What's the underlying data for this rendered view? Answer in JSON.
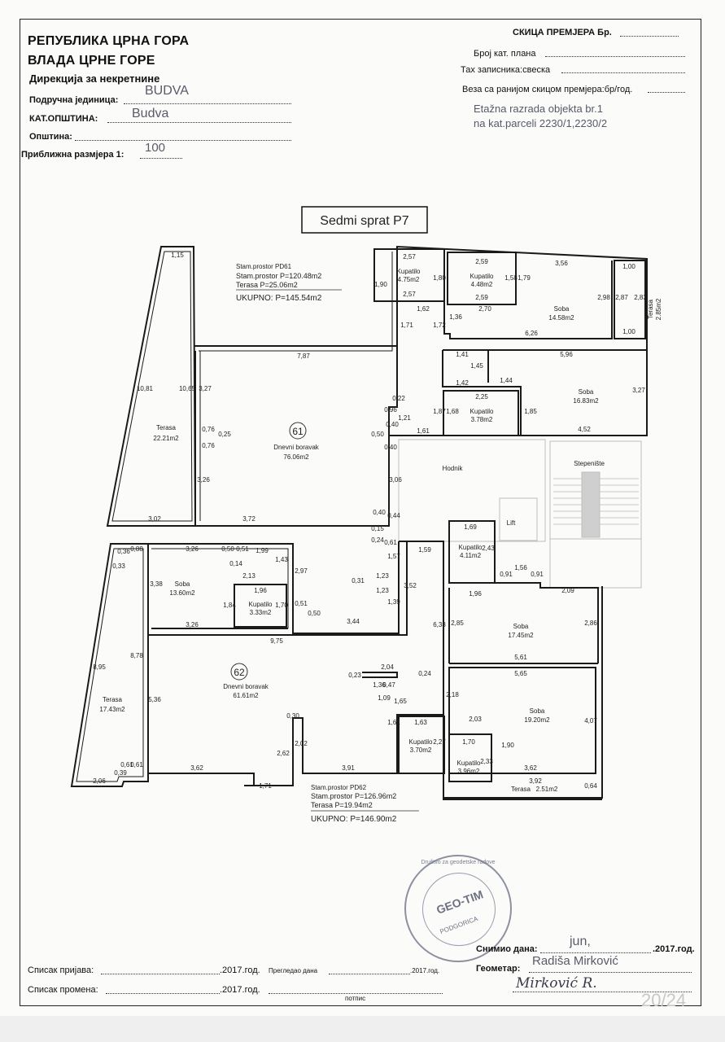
{
  "header": {
    "line1": "РЕПУБЛИКА ЦРНА ГОРА",
    "line2": "ВЛАДА ЦРНЕ ГОРЕ",
    "line3": "Дирекција за некретнине",
    "unit_label": "Подручна јединица:",
    "unit_value": "BUDVA",
    "kat_label": "КАТ.ОПШТИНА:",
    "kat_value": "Budva",
    "opstina_label": "Општина:",
    "scale_label": "Приближна размјера 1:",
    "scale_value": "100"
  },
  "header_right": {
    "title": "СКИЦА ПРЕМЈЕРА Бр.",
    "plan_label": "Број кат. плана",
    "tax_label": "Тах записника:свеска",
    "link_label": "Веза са ранијом скицом премјера:бр/год.",
    "note1": "Etažna razrada objekta br.1",
    "note2": "na kat.parceli 2230/1,2230/2"
  },
  "plan": {
    "title": "Sedmi sprat P7",
    "unit61": {
      "label": "Stam.prostor  PD61",
      "stam": "Stam.prostor   P=120.48m2",
      "terasa": "Terasa   P=25.06m2",
      "total": "UKUPNO:  P=145.54m2",
      "circle": "61"
    },
    "unit62": {
      "label": "Stam.prostor  PD62",
      "stam": "Stam.prostor   P=126.96m2",
      "terasa": "Terasa     P=19.94m2",
      "total": "UKUPNO:  P=146.90m2",
      "circle": "62"
    },
    "rooms": [
      {
        "name": "Terasa",
        "area": "22.21m2"
      },
      {
        "name": "Dnevni boravak",
        "area": "76.06m2"
      },
      {
        "name": "Kupatilo",
        "area": "4.75m2"
      },
      {
        "name": "Kupatilo",
        "area": "4.48m2"
      },
      {
        "name": "Soba",
        "area": "14.58m2"
      },
      {
        "name": "Terasa",
        "area": "2.85m2"
      },
      {
        "name": "Soba",
        "area": "16.83m2"
      },
      {
        "name": "Kupatilo",
        "area": "3.78m2"
      },
      {
        "name": "Hodnik",
        "area": ""
      },
      {
        "name": "Stepenište",
        "area": ""
      },
      {
        "name": "Lift",
        "area": ""
      },
      {
        "name": "Soba",
        "area": "13.60m2"
      },
      {
        "name": "Kupatilo",
        "area": "3.33m2"
      },
      {
        "name": "Kupatilo",
        "area": "4.11m2"
      },
      {
        "name": "Soba",
        "area": "17.45m2"
      },
      {
        "name": "Dnevni boravak",
        "area": "61.61m2"
      },
      {
        "name": "Terasa",
        "area": "17.43m2"
      },
      {
        "name": "Soba",
        "area": "19.20m2"
      },
      {
        "name": "Kupatilo",
        "area": "3.70m2"
      },
      {
        "name": "Kupatilo",
        "area": "3.96m2"
      },
      {
        "name": "Terasa",
        "area": "2.51m2"
      }
    ],
    "dims": [
      "1,15",
      "2,57",
      "1,90",
      "1,80",
      "2,57",
      "2,59",
      "1,58",
      "2,59",
      "3,56",
      "1,00",
      "2,87",
      "2,83",
      "1,00",
      "1,79",
      "2,98",
      "1,62",
      "1,71",
      "1,72",
      "1,36",
      "2,70",
      "6,26",
      "7,87",
      "1,41",
      "1,42",
      "1,45",
      "5,96",
      "1,44",
      "3,27",
      "10,81",
      "10,65",
      "3,27",
      "0,22",
      "0,96",
      "1,21",
      "0,40",
      "1,87",
      "1,68",
      "2,25",
      "1,85",
      "4,52",
      "0,76",
      "0,25",
      "0,76",
      "0,50",
      "1,61",
      "0,40",
      "3,26",
      "3,06",
      "0,40",
      "0,44",
      "3,02",
      "3,72",
      "0,15",
      "0,24",
      "0,61",
      "1,59",
      "1,69",
      "2,43",
      "0,88",
      "0,36",
      "0,33",
      "3,26",
      "0,50",
      "0,51",
      "1,99",
      "0,14",
      "1,43",
      "1,57",
      "0,91",
      "1,56",
      "0,91",
      "2,13",
      "2,97",
      "1,23",
      "3,52",
      "3,38",
      "1,96",
      "1,84",
      "1,70",
      "0,51",
      "0,31",
      "1,23",
      "1,96",
      "2,09",
      "1,39",
      "2,85",
      "2,86",
      "3,44",
      "0,50",
      "3,26",
      "9,75",
      "6,38",
      "5,61",
      "8,95",
      "8,78",
      "2,04",
      "0,23",
      "0,47",
      "0,24",
      "5,65",
      "1,36",
      "1,09",
      "1,65",
      "2,18",
      "5,36",
      "0,30",
      "1,63",
      "2,03",
      "4,07",
      "1,61",
      "2,27",
      "1,70",
      "2,62",
      "2,02",
      "1,90",
      "2,33",
      "0,61",
      "3,62",
      "3,91",
      "3,62",
      "2,06",
      "0,39",
      "0,61",
      "1,71",
      "3,92",
      "0,64"
    ]
  },
  "stairs_label": "Stepenište",
  "hall_label": "Hodnik",
  "lift_label": "Lift",
  "stamp": {
    "center": "GEO-TIM",
    "city": "PODGORICA",
    "ring": "Društvo za geodetske radove"
  },
  "footer": {
    "date_label": "Снимио дана:",
    "date_value": "jun,",
    "year1": ".2017.год.",
    "geometar_label": "Геометар:",
    "geometar_value": "Radiša Mirković",
    "signature": "Mirković R.",
    "prijava_label": "Списак пријава:",
    "prijava_year": ".2017.год.",
    "pregledao_label": "Прегледао дана",
    "pregledao_year": ".2017.год.",
    "promena_label": "Списак промена:",
    "promena_year": ".2017.год.",
    "potpis": "потпис",
    "page": "20/24"
  }
}
